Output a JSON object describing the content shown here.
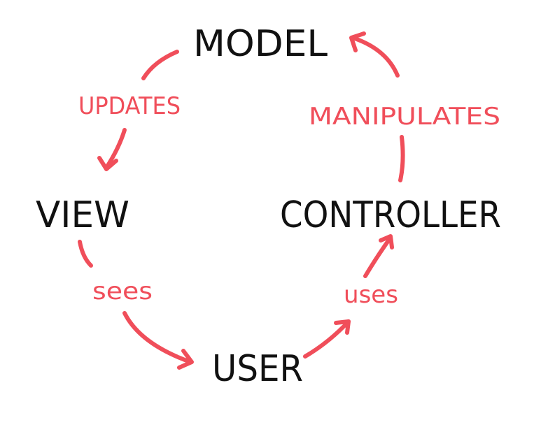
{
  "nodes": {
    "model": "MODEL",
    "view": "VIEW",
    "controller": "CONTROLLER",
    "user": "USER"
  },
  "edges": {
    "updates": "UPDATES",
    "manipulates": "MANIPULATES",
    "sees": "sees",
    "uses": "uses"
  },
  "colors": {
    "node_text": "#111111",
    "edge": "#f04e5a"
  }
}
